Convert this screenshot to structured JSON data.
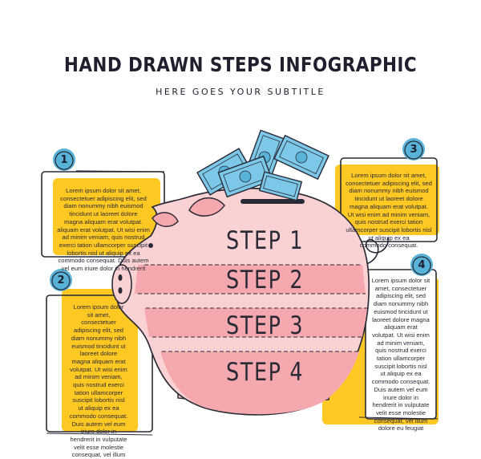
{
  "header": {
    "title": "HAND DRAWN STEPS INFOGRAPHIC",
    "subtitle": "HERE GOES YOUR SUBTITLE"
  },
  "steps": [
    {
      "number": "1",
      "label": "STEP 1"
    },
    {
      "number": "2",
      "label": "STEP 2"
    },
    {
      "number": "3",
      "label": "STEP 3"
    },
    {
      "number": "4",
      "label": "STEP 4"
    }
  ],
  "boxes": {
    "box1": "Lorem ipsum dolor sit amet,\nconsectetuer adipiscing elit, sed\ndiam nonummy nibh euismod\ntincidunt ut laoreet dolore\nmagna aliquam erat volutpat.\naliquam erat volutpat. Ut wisi enim\nad minim veniam, quis nostrud\nexerci tation ullamcorper suscipit\nlobortis nisl ut aliquip ex ea\ncommodo consequat. Duis autem\nvel eum iriure dolor in hendrerit",
    "box2": "Lorem ipsum dolor\nsit amet,\nconsectetuer\nadipiscing elit, sed\ndiam nonummy nibh\neuismod tincidunt ut\nlaoreet dolore\nmagna aliquam erat\nvolutpat. Ut wisi enim\nad minim veniam,\nquis nostrud exerci\ntation ullamcorper\nsuscipit lobortis nisl\nut aliquip ex ea\ncommodo consequat.\nDuis autem vel eum\niriure dolor in\nhendrerit in vulputate\nvelit esse molestie\nconsequat, vel illum",
    "box3": "Lorem ipsum dolor sit amet,\nconsectetuer adipiscing elit, sed\ndiam nonummy nibh euismod\ntincidunt ut laoreet dolore\nmagna aliquam erat volutpat.\nUt wisi enim ad minim veniam,\nquis nostrud exerci tation\nullamcorper suscipit lobortis nisl\nut aliquip ex ea\ncommodo consequat.",
    "box4": "Lorem ipsum dolor sit\namet, consectetuer\nadipiscing elit, sed\ndiam nonummy nibh\neuismod tincidunt ut\nlaoreet dolore magna\naliquam erat\nvolutpat. Ut wisi enim\nad minim veniam,\nquis nostrud exerci\ntation ullamcorper\nsuscipit lobortis nisl\nut aliquip ex ea\ncommodo consequat.\nDuis autem vel eum\niriure dolor in\nhendrerit in vulputate\nvelit esse molestie\nconsequat, vel illum\ndolore eu feugiat"
  },
  "icons": [
    "piggy-bank-icon",
    "banknote-icon"
  ],
  "colors": {
    "yellow": "#ffc823",
    "blue": "#57b3d8",
    "pink": "#f5a9ae",
    "pink_light": "#fbd2d4",
    "ink": "#2a2a36",
    "money": "#7cc8e8"
  }
}
